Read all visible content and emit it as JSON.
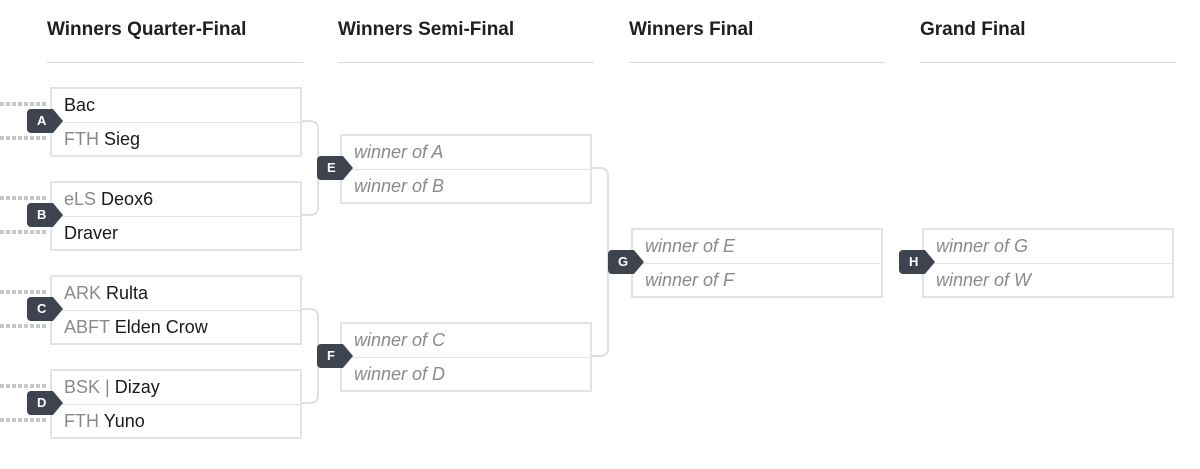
{
  "rounds": [
    {
      "title": "Winners Quarter-Final"
    },
    {
      "title": "Winners Semi-Final"
    },
    {
      "title": "Winners Final"
    },
    {
      "title": "Grand Final"
    }
  ],
  "matches": [
    {
      "id": "A",
      "round": 0,
      "players": [
        {
          "tag": "",
          "name": "Bac"
        },
        {
          "tag": "FTH",
          "name": "Sieg"
        }
      ]
    },
    {
      "id": "B",
      "round": 0,
      "players": [
        {
          "tag": "eLS",
          "name": "Deox6"
        },
        {
          "tag": "",
          "name": "Draver"
        }
      ]
    },
    {
      "id": "C",
      "round": 0,
      "players": [
        {
          "tag": "ARK",
          "name": "Rulta"
        },
        {
          "tag": "ABFT",
          "name": "Elden Crow"
        }
      ]
    },
    {
      "id": "D",
      "round": 0,
      "players": [
        {
          "tag": "BSK |",
          "name": "Dizay"
        },
        {
          "tag": "FTH",
          "name": "Yuno"
        }
      ]
    },
    {
      "id": "E",
      "round": 1,
      "players": [
        {
          "placeholder": "winner of A"
        },
        {
          "placeholder": "winner of B"
        }
      ]
    },
    {
      "id": "F",
      "round": 1,
      "players": [
        {
          "placeholder": "winner of C"
        },
        {
          "placeholder": "winner of D"
        }
      ]
    },
    {
      "id": "G",
      "round": 2,
      "players": [
        {
          "placeholder": "winner of E"
        },
        {
          "placeholder": "winner of F"
        }
      ]
    },
    {
      "id": "H",
      "round": 3,
      "players": [
        {
          "placeholder": "winner of G"
        },
        {
          "placeholder": "winner of W"
        }
      ]
    }
  ],
  "colors": {
    "badge": "#3d4450",
    "border": "#e3e3e3",
    "connector": "#e0e0e0",
    "feeder": "#c8c8c8",
    "tag": "#8a8a8a"
  }
}
